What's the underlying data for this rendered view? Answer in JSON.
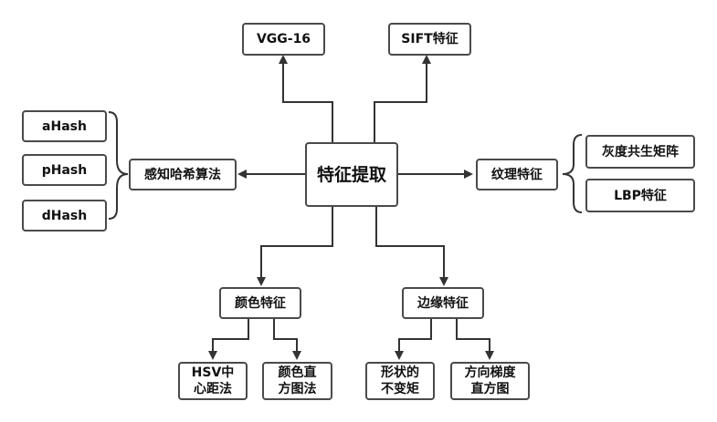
{
  "nodes": {
    "center": "特征提取",
    "vgg": "VGG-16",
    "sift": "SIFT特征",
    "hash_group": "感知哈希算法",
    "ahash": "aHash",
    "phash": "pHash",
    "dhash": "dHash",
    "texture_group": "纹理特征",
    "glcm": "灰度共生矩阵",
    "lbp": "LBP特征",
    "color_group": "颜色特征",
    "hsv": "HSV中\n心距法",
    "color_hist": "颜色直\n方图法",
    "edge_group": "边缘特征",
    "shape": "形状的\n不变矩",
    "grad_hist": "方向梯度\n直方图"
  },
  "colors": {
    "border": "#4a4a4a",
    "line": "#333333",
    "text": "#111111"
  }
}
